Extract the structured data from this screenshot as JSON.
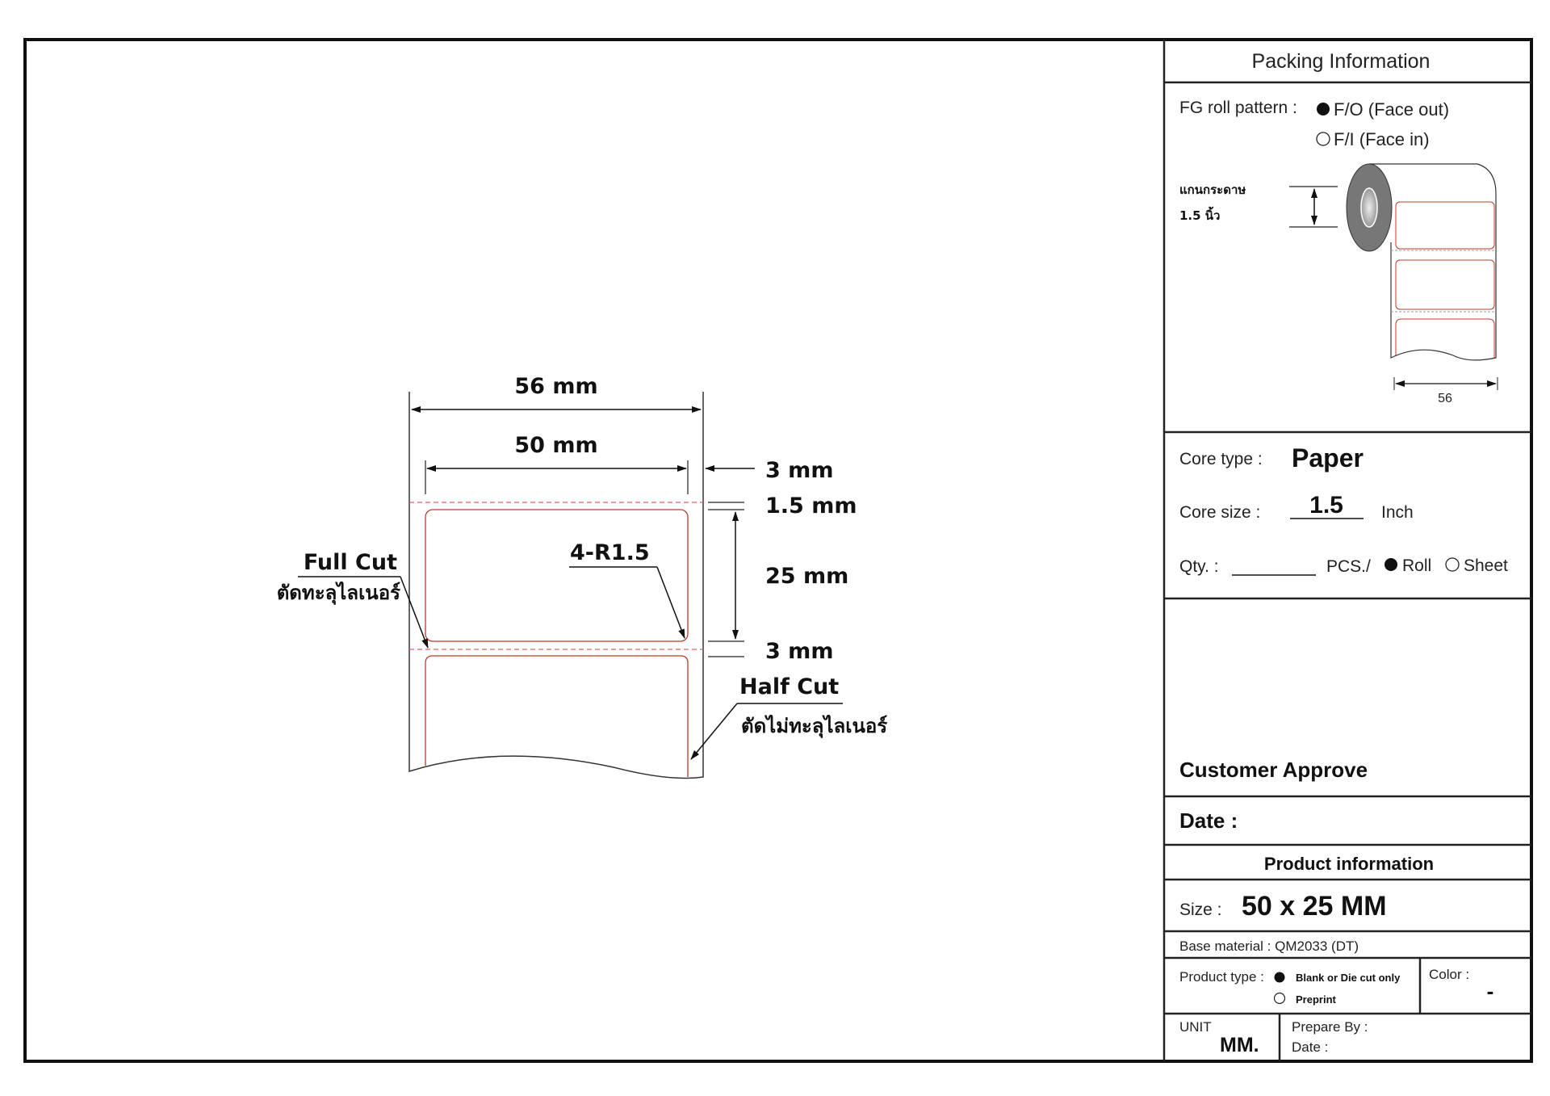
{
  "drawing": {
    "width_total": "56 mm",
    "width_label": "50 mm",
    "side_gap": "3 mm",
    "top_gap": "1.5 mm",
    "height_label": "25 mm",
    "label_gap": "3 mm",
    "corner_radius": "4-R1.5",
    "full_cut": "Full Cut",
    "full_cut_th": "ตัดทะลุไลเนอร์",
    "half_cut": "Half Cut",
    "half_cut_th": "ตัดไม่ทะลุไลเนอร์",
    "label_outline_color": "#c0392b"
  },
  "packing": {
    "title": "Packing Information",
    "roll_pattern_label": "FG roll pattern :",
    "options": [
      {
        "label": "F/O (Face out)",
        "selected": true
      },
      {
        "label": "F/I (Face in)",
        "selected": false
      }
    ],
    "core_th_1": "แกนกระดาษ",
    "core_th_2": "1.5 นิ้ว",
    "roll_width": "56"
  },
  "core": {
    "type_label": "Core type :",
    "type_value": "Paper",
    "size_label": "Core size :",
    "size_value": "1.5",
    "size_unit": "Inch",
    "qty_label": "Qty. :",
    "qty_unit": "PCS./",
    "roll": "Roll",
    "sheet": "Sheet",
    "selected": "Roll"
  },
  "approve": {
    "customer_approve": "Customer Approve",
    "date": "Date :"
  },
  "product": {
    "title": "Product information",
    "size_label": "Size :",
    "size_value": "50 x 25 MM",
    "base_material": "Base material : QM2033 (DT)",
    "type_label": "Product type :",
    "type_options": [
      {
        "label": "Blank or Die cut only",
        "selected": true
      },
      {
        "label": "Preprint",
        "selected": false
      }
    ],
    "color_label": "Color :",
    "color_value": "-",
    "unit_label": "UNIT",
    "unit_value": "MM.",
    "prepare_by": "Prepare By :",
    "date": "Date :"
  }
}
